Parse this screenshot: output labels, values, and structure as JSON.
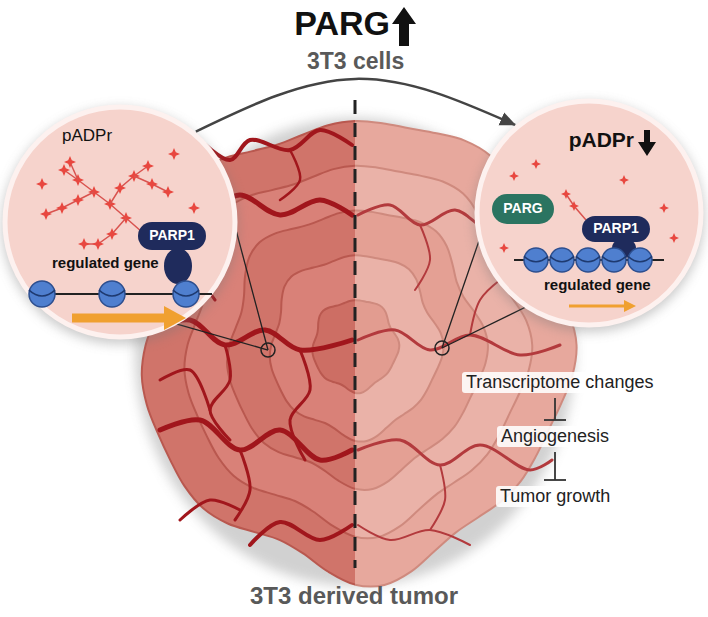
{
  "diagram": {
    "nodes": [
      {
        "text": [
          "pADPr",
          "regulated gene"
        ]
      },
      {
        "text": [
          "PARP1"
        ],
        "in": 0
      },
      {
        "text": [
          "pADPr",
          "regulated gene"
        ]
      },
      {
        "text": [
          "PARG"
        ],
        "in": 2
      },
      {
        "text": [
          "PARP1"
        ],
        "in": 2
      }
    ],
    "edges": [
      {
        "from": 0,
        "to": 2,
        "label": "3T3 cells",
        "arrow": "to"
      }
    ],
    "labels": [
      "PARG",
      "Transcriptome changes",
      "Angiogenesis",
      "Tumor growth",
      "3T3 derived tumor"
    ]
  }
}
